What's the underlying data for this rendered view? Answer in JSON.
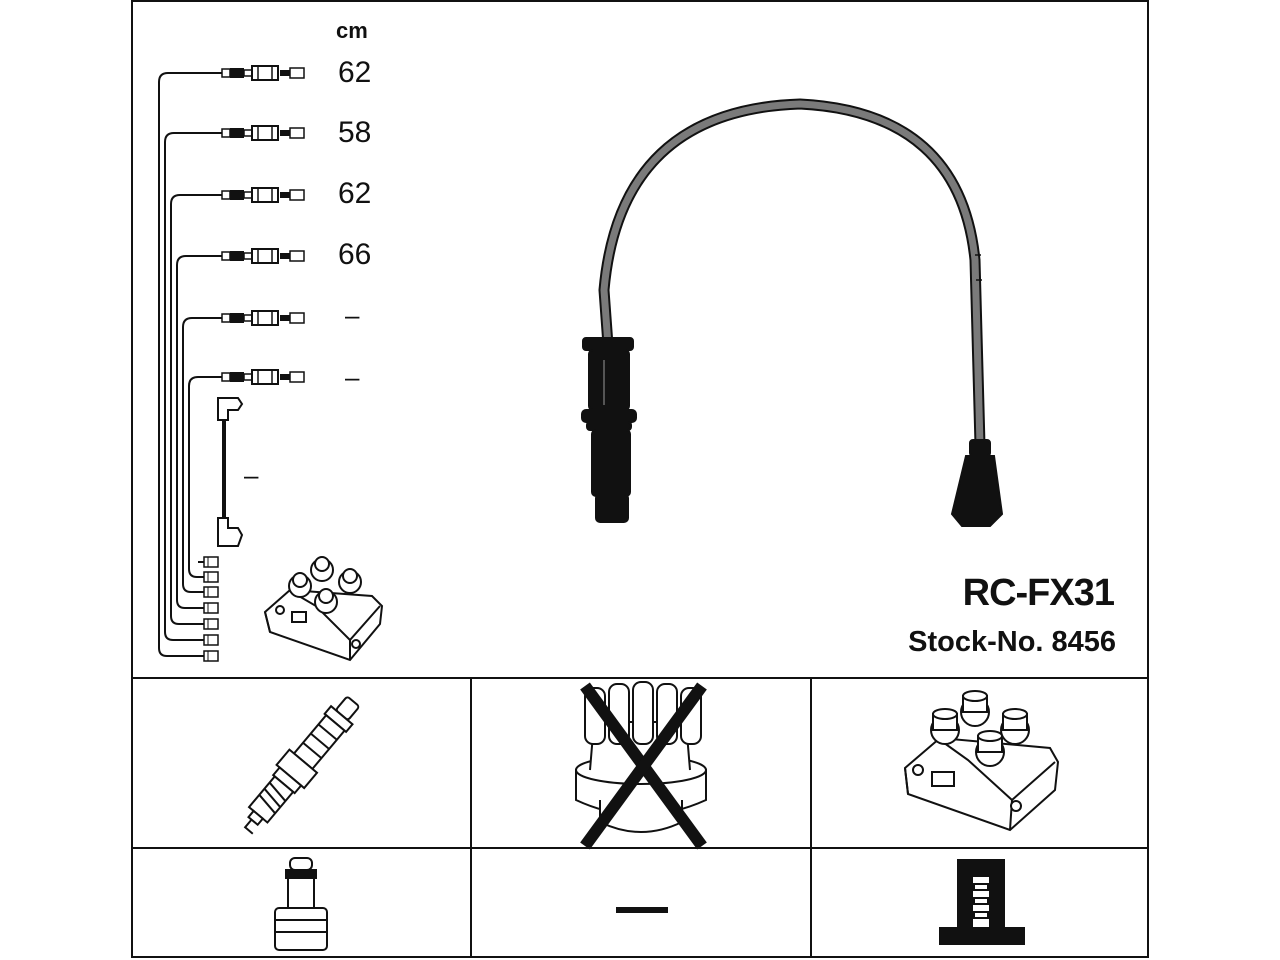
{
  "header": {
    "unit_label": "cm"
  },
  "cable_lengths": [
    {
      "value": "62"
    },
    {
      "value": "58"
    },
    {
      "value": "62"
    },
    {
      "value": "66"
    },
    {
      "value": "–"
    },
    {
      "value": "–"
    }
  ],
  "coil_lead": {
    "value": "–"
  },
  "product": {
    "model": "RC-FX31",
    "stock_label": "Stock-No.",
    "stock_number": "8456"
  },
  "compatibility": {
    "distributor_cap": {
      "status": "not-applicable",
      "icon": "crossed-out-icon"
    },
    "middle_connector": {
      "value": "—"
    }
  },
  "colors": {
    "line": "#111111",
    "cable": "#7a7a7a"
  }
}
